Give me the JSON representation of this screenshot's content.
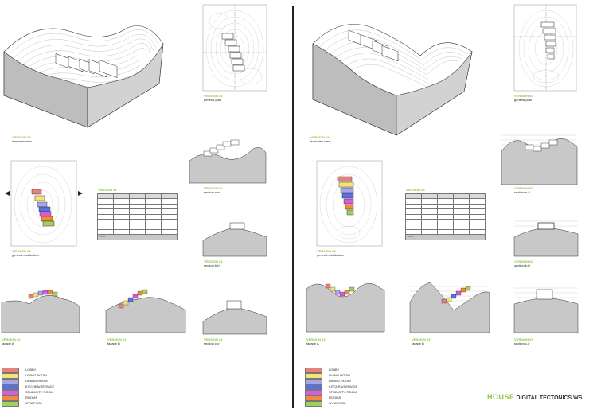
{
  "left": {
    "caption_iso": {
      "version": "VERSION 02",
      "caption": "isometric view"
    },
    "caption_plan": {
      "version": "VERSION 02",
      "caption": "general plan"
    },
    "caption_dist": {
      "version": "VERSION 02",
      "caption": "general distribution"
    },
    "caption_table": {
      "version": "VERSION 02"
    },
    "caption_sec_a": {
      "version": "VERSION 02",
      "caption": "section a-a'"
    },
    "caption_sec_b": {
      "version": "VERSION 02",
      "caption": "section b-b'"
    },
    "caption_sec_c": {
      "version": "VERSION 02",
      "caption": "section c-c'"
    },
    "caption_fac_a": {
      "version": "VERSION 02",
      "caption": "facade A"
    },
    "caption_fac_b": {
      "version": "VERSION 02",
      "caption": "facade B"
    },
    "section_markers": [
      "a",
      "a'"
    ],
    "table": {
      "headers": [
        "",
        "",
        "",
        "",
        ""
      ],
      "rows": [
        [
          "",
          "",
          "",
          "",
          ""
        ],
        [
          "",
          "",
          "",
          "",
          ""
        ],
        [
          "",
          "",
          "",
          "",
          ""
        ],
        [
          "",
          "",
          "",
          "",
          ""
        ],
        [
          "",
          "",
          "",
          "",
          ""
        ],
        [
          "",
          "",
          "",
          "",
          ""
        ],
        [
          "",
          "",
          "",
          "",
          ""
        ]
      ],
      "total_label": "TOTAL"
    }
  },
  "right": {
    "caption_iso": {
      "version": "VERSION 03",
      "caption": "isometric view"
    },
    "caption_plan": {
      "version": "VERSION 03",
      "caption": "general plan"
    },
    "caption_dist": {
      "version": "VERSION 03",
      "caption": "general distribution"
    },
    "caption_table": {
      "version": "VERSION 03"
    },
    "caption_sec_a": {
      "version": "VERSION 03",
      "caption": "section a-a'"
    },
    "caption_sec_b": {
      "version": "VERSION 03",
      "caption": "section b-b'"
    },
    "caption_sec_c": {
      "version": "VERSION 03",
      "caption": "section c-c'"
    },
    "caption_fac_a": {
      "version": "VERSION 03",
      "caption": "facade A"
    },
    "caption_fac_b": {
      "version": "VERSION 03",
      "caption": "facade B"
    },
    "table": {
      "total_label": "TOTAL"
    }
  },
  "legend": [
    {
      "label": "LOBBY",
      "color": "#e8817a"
    },
    {
      "label": "LIVING ROOM",
      "color": "#f6e27a"
    },
    {
      "label": "DINING ROOM",
      "color": "#a6a6e6"
    },
    {
      "label": "KITCHEN/SERVICE",
      "color": "#5b6fe0"
    },
    {
      "label": "STUDIO/TV ROOM",
      "color": "#d95bd6"
    },
    {
      "label": "ROOMS",
      "color": "#f08a3c"
    },
    {
      "label": "GYM/POOL",
      "color": "#9ed25a"
    }
  ],
  "brand": {
    "house": "HOUSE",
    "digital": "DIGITAL TECTONICS",
    "suffix": "WS"
  }
}
